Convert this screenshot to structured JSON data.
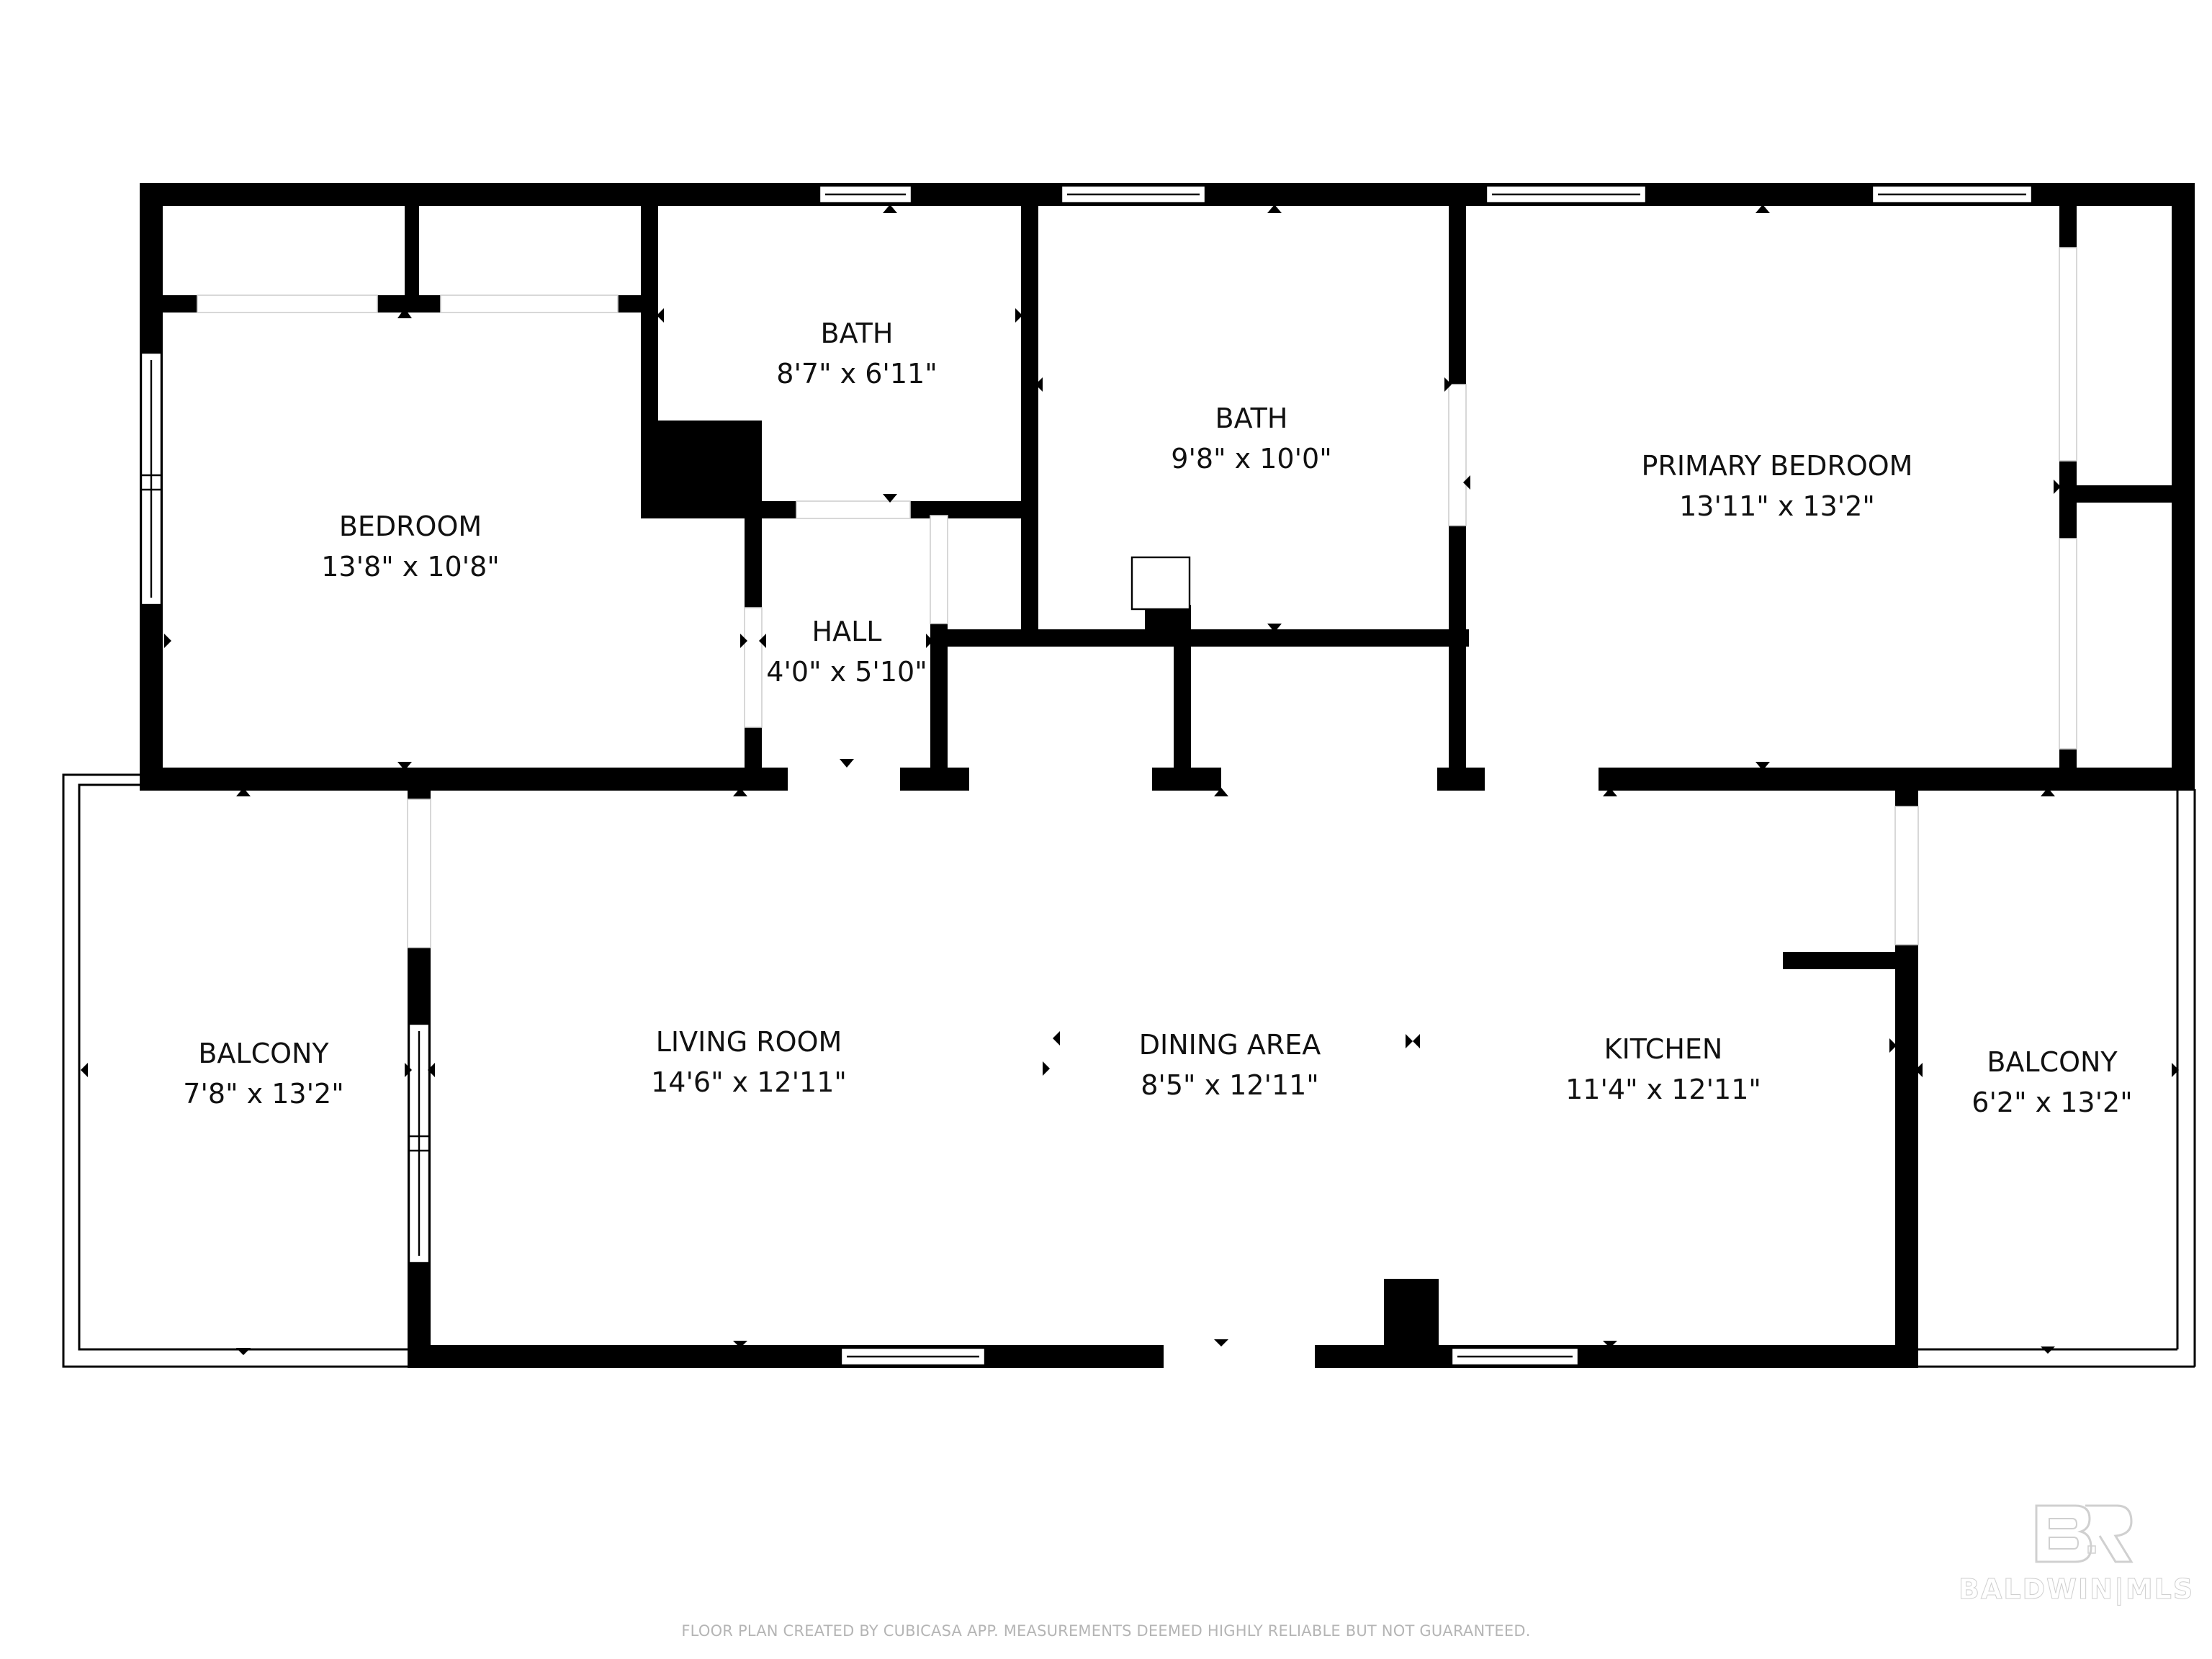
{
  "rooms": [
    {
      "id": "bedroom",
      "name": "BEDROOM",
      "dimensions": "13'8\" x 10'8\""
    },
    {
      "id": "bath-1",
      "name": "BATH",
      "dimensions": "8'7\" x 6'11\""
    },
    {
      "id": "bath-2",
      "name": "BATH",
      "dimensions": "9'8\" x 10'0\""
    },
    {
      "id": "primary-bedroom",
      "name": "PRIMARY BEDROOM",
      "dimensions": "13'11\" x 13'2\""
    },
    {
      "id": "hall",
      "name": "HALL",
      "dimensions": "4'0\" x 5'10\""
    },
    {
      "id": "balcony-left",
      "name": "BALCONY",
      "dimensions": "7'8\" x 13'2\""
    },
    {
      "id": "living-room",
      "name": "LIVING ROOM",
      "dimensions": "14'6\" x 12'11\""
    },
    {
      "id": "dining-area",
      "name": "DINING AREA",
      "dimensions": "8'5\" x 12'11\""
    },
    {
      "id": "kitchen",
      "name": "KITCHEN",
      "dimensions": "11'4\" x 12'11\""
    },
    {
      "id": "balcony-right",
      "name": "BALCONY",
      "dimensions": "6'2\" x 13'2\""
    }
  ],
  "footer": {
    "disclaimer": "FLOOR PLAN CREATED BY CUBICASA APP. MEASUREMENTS DEEMED HIGHLY RELIABLE BUT NOT GUARANTEED."
  },
  "watermark": {
    "monogram": "BR",
    "text": "BALDWIN|MLS"
  },
  "colors": {
    "wall": "#000000",
    "background": "#ffffff",
    "footer_text": "#b5b5b5"
  }
}
